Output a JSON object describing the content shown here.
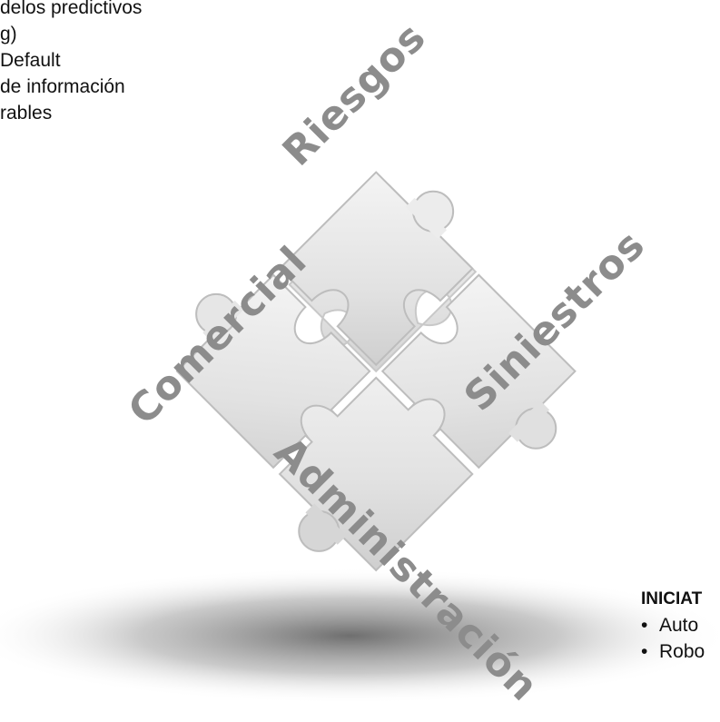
{
  "left_notes": [
    "delos predictivos",
    "g)",
    "Default",
    "de información",
    "rables"
  ],
  "pieces": {
    "top": "Riesgos",
    "left": "Comercial",
    "right": "Siniestros",
    "bottom": "Administración"
  },
  "right_panel": {
    "heading": "INICIAT",
    "bullets": [
      "Auto",
      "Robo"
    ]
  },
  "colors": {
    "piece_fill": "#e6e6e6",
    "piece_shade": "#bdbdbd",
    "label": "#8c8c8c",
    "text": "#111111"
  }
}
